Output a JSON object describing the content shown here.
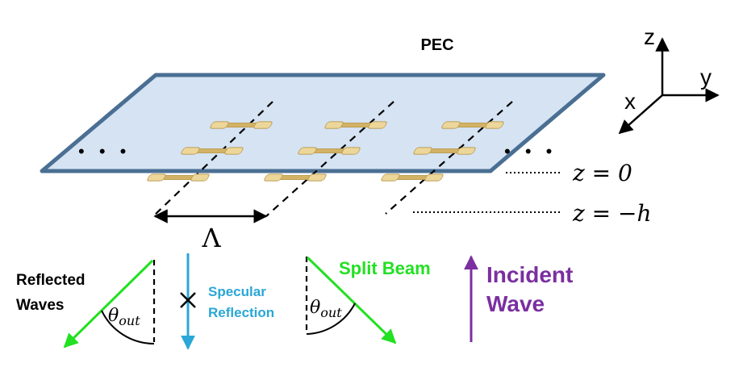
{
  "labels": {
    "pec": "PEC",
    "axis_z": "z",
    "axis_y": "y",
    "axis_x": "x",
    "z_zero": "z = 0",
    "z_minus_h": "z = −h",
    "period": "Λ",
    "reflected_waves_line1": "Reflected",
    "reflected_waves_line2": "Waves",
    "specular_line1": "Specular",
    "specular_line2": "Reflection",
    "split_beam": "Split Beam",
    "incident_line1": "Incident",
    "incident_line2": "Wave",
    "theta_symbol": "θ",
    "theta_subscript": "out",
    "ellipsis": "• • •"
  },
  "colors": {
    "plane_fill": "#d5e3f3",
    "plane_stroke": "#4a6f93",
    "element_gold": "#d2b366",
    "element_gold_light": "#ecd699",
    "green_beam": "#22e022",
    "specular_blue": "#2aa7d6",
    "incident_purple": "#7b2fa0",
    "black": "#000000"
  }
}
